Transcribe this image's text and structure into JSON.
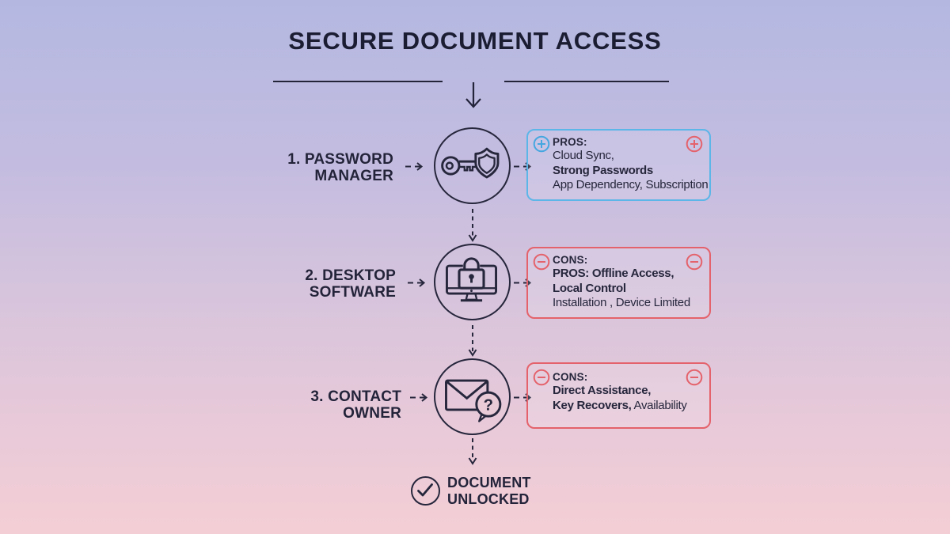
{
  "title": "SECURE DOCUMENT ACCESS",
  "colors": {
    "background_top": "#b4b8e1",
    "background_bottom": "#f4ced5",
    "ink": "#26263c",
    "pros_border": "#5cb6e8",
    "cons_border": "#e4626b",
    "badge_blue": "#45a7e0",
    "badge_red": "#e4626b"
  },
  "steps": [
    {
      "label": "1. PASSWORD\nMANAGER",
      "icon": "key-shield-icon",
      "box": {
        "variant": "pros",
        "heading": "PROS:",
        "line1": "Cloud Sync,",
        "line2": "Strong Passwords",
        "line3": "App Dependency, Subscription",
        "left_badge_icon": "plus-circle-icon",
        "right_badge_icon": "plus-circle-icon"
      }
    },
    {
      "label": "2. DESKTOP\nSOFTWARE",
      "icon": "monitor-lock-icon",
      "box": {
        "variant": "cons",
        "heading": "CONS:",
        "line1": "PROS: Offline Access,",
        "line2": "Local Control",
        "line3": "Installation , Device Limited",
        "left_badge_icon": "minus-circle-icon",
        "right_badge_icon": "minus-circle-icon"
      }
    },
    {
      "label": "3. CONTACT OWNER",
      "icon": "envelope-question-icon",
      "box": {
        "variant": "cons",
        "heading": "CONS:",
        "line1": "Direct Assistance,",
        "line2_bold": "Key Recovers,",
        "line2_regular": "Availability",
        "left_badge_icon": "minus-circle-icon",
        "right_badge_icon": "minus-circle-icon"
      }
    }
  ],
  "result": {
    "label": "DOCUMENT\nUNLOCKED",
    "icon": "check-circle-icon"
  }
}
